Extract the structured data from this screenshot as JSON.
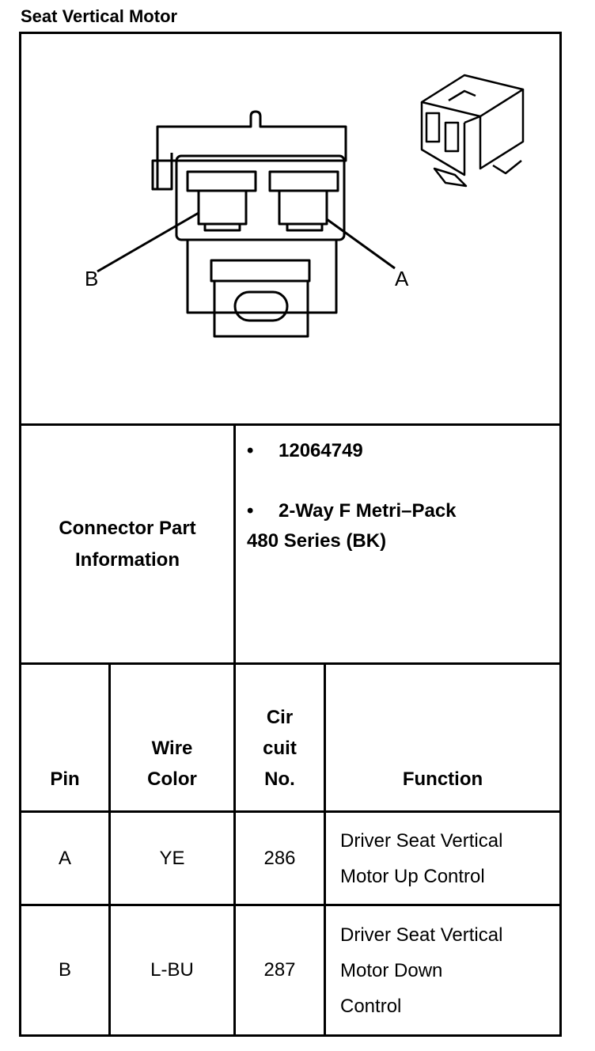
{
  "title": "Seat Vertical Motor",
  "diagram": {
    "pin_label_b": "B",
    "pin_label_a": "A"
  },
  "connector_info": {
    "label": "Connector Part Information",
    "bullet_symbol": "•",
    "part_number": "12064749",
    "description_line1": "2-Way F Metri–Pack",
    "description_line2": "480 Series (BK)"
  },
  "pin_table": {
    "headers": {
      "pin": "Pin",
      "wire_color": [
        "Wire",
        "Color"
      ],
      "circuit": [
        "Cir",
        "cuit",
        "No."
      ],
      "function": "Function"
    },
    "rows": [
      {
        "pin": "A",
        "wire_color": "YE",
        "circuit": "286",
        "function": [
          "Driver Seat Vertical",
          "Motor Up Control"
        ]
      },
      {
        "pin": "B",
        "wire_color": "L-BU",
        "circuit": "287",
        "function": [
          "Driver Seat Vertical",
          "Motor Down",
          "Control"
        ]
      }
    ]
  }
}
